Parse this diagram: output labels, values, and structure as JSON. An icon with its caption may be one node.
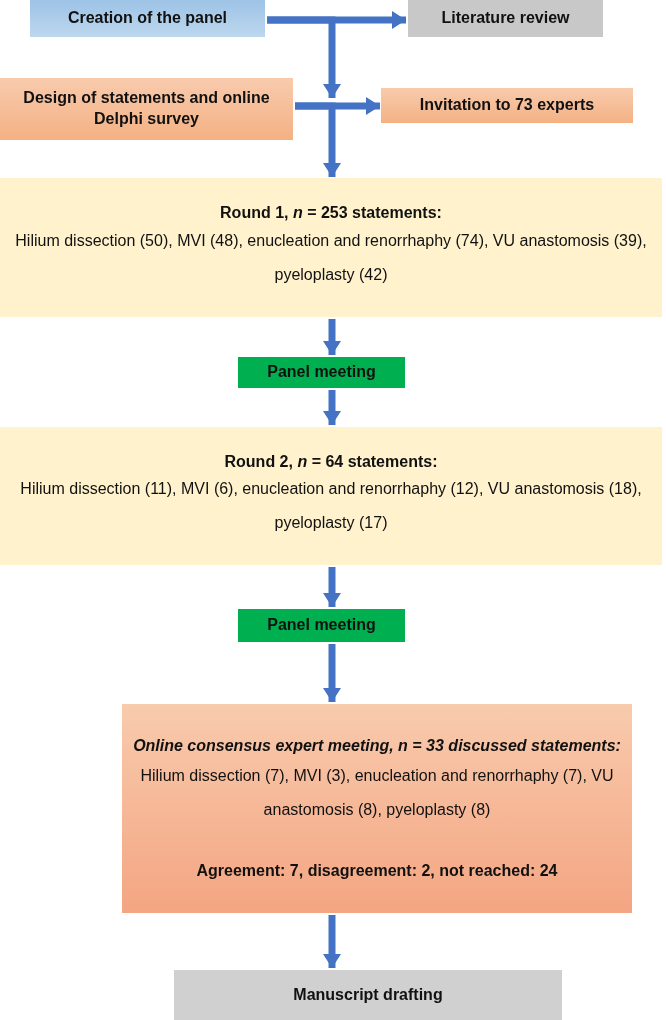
{
  "diagram": {
    "nodes": [
      {
        "text": [
          "Creation of the panel"
        ]
      },
      {
        "text": [
          "Literature review"
        ]
      },
      {
        "text": [
          "Design of statements and online Delphi survey"
        ]
      },
      {
        "text": [
          "Invitation to 73 experts"
        ]
      },
      {
        "text": [
          "Round 1, *n* = 253 statements:",
          "Hilium dissection (50), MVI (48), enucleation and renorrhaphy (74), VU anastomosis (39), pyeloplasty (42)"
        ]
      },
      {
        "text": [
          "Panel meeting"
        ]
      },
      {
        "text": [
          "Round 2, *n* = 64 statements:",
          "Hilium dissection (11), MVI (6), enucleation and renorrhaphy (12), VU anastomosis (18), pyeloplasty (17)"
        ]
      },
      {
        "text": [
          "Panel meeting"
        ]
      },
      {
        "text": [
          "Online consensus expert meeting, n = 33 discussed statements:",
          "Hilium dissection (7), MVI (3), enucleation and renorrhaphy (7), VU anastomosis (8), pyeloplasty (8)",
          "Agreement: 7, disagreement: 2, not reached: 24"
        ]
      },
      {
        "text": [
          "Manuscript drafting"
        ]
      }
    ],
    "edges": [
      {
        "from": 0,
        "to": 1,
        "arrow": "to"
      },
      {
        "from": 0,
        "to": 2,
        "arrow": "to"
      },
      {
        "from": 2,
        "to": 3,
        "arrow": "to"
      },
      {
        "from": 2,
        "to": 4,
        "arrow": "to"
      },
      {
        "from": 4,
        "to": 5,
        "arrow": "to"
      },
      {
        "from": 5,
        "to": 6,
        "arrow": "to"
      },
      {
        "from": 6,
        "to": 7,
        "arrow": "to"
      },
      {
        "from": 7,
        "to": 8,
        "arrow": "to"
      },
      {
        "from": 8,
        "to": 9,
        "arrow": "to"
      }
    ]
  }
}
